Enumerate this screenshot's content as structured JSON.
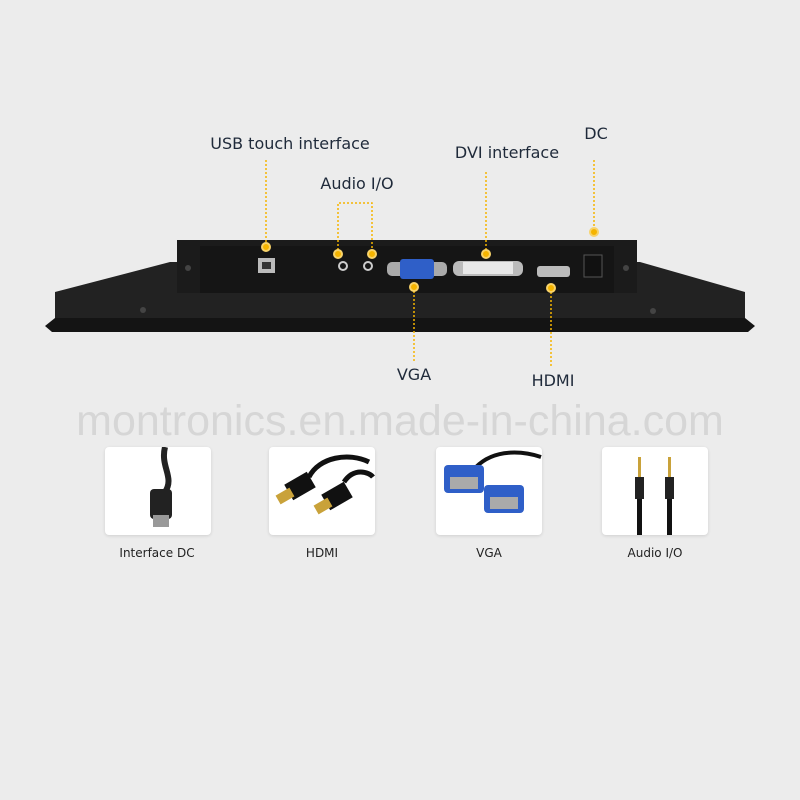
{
  "callouts": {
    "usb": "USB touch interface",
    "audio": "Audio I/O",
    "dvi": "DVI interface",
    "dc": "DC",
    "vga": "VGA",
    "hdmi": "HDMI"
  },
  "watermark": "montronics.en.made-in-china.com",
  "cables": [
    {
      "label": "Interface DC",
      "icon": "dc-cable-icon"
    },
    {
      "label": "HDMI",
      "icon": "hdmi-cable-icon"
    },
    {
      "label": "VGA",
      "icon": "vga-cable-icon"
    },
    {
      "label": "Audio I/O",
      "icon": "audio-cable-icon"
    }
  ],
  "colors": {
    "accent": "#f5b400",
    "background": "#ececec",
    "device": "#1a1a1a",
    "vga_blue": "#2f5fc8"
  }
}
